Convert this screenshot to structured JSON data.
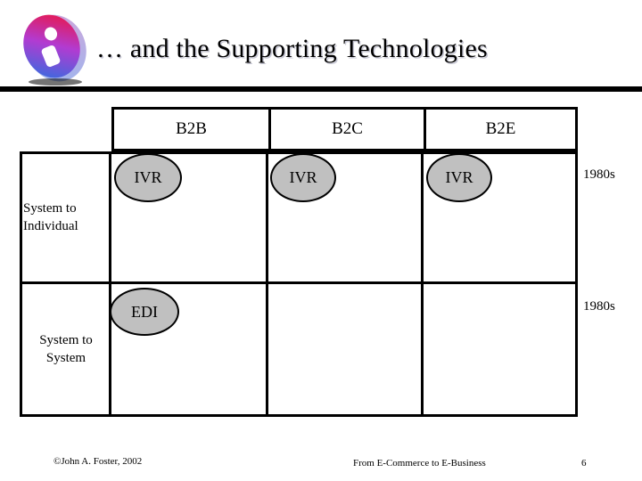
{
  "slide": {
    "title": "… and the Supporting Technologies",
    "logo_icon": "stylized-e-logo-icon"
  },
  "matrix": {
    "column_headers": [
      "B2B",
      "B2C",
      "B2E"
    ],
    "row_labels": [
      "System to Individual",
      "System to System"
    ],
    "row_label_lines": {
      "row1_line1": "System to",
      "row1_line2": "Individual",
      "row2_line1": "System to",
      "row2_line2": "System"
    },
    "era_labels": [
      "1980s",
      "1980s"
    ],
    "nodes": [
      {
        "label": "IVR",
        "row": "System to Individual",
        "column": "B2B"
      },
      {
        "label": "IVR",
        "row": "System to Individual",
        "column": "B2C"
      },
      {
        "label": "IVR",
        "row": "System to Individual",
        "column": "B2E"
      },
      {
        "label": "EDI",
        "row": "System to System",
        "column": "B2B"
      }
    ],
    "node_fill_color": "#c0c0c0",
    "border_color": "#000000"
  },
  "footer": {
    "copyright": "©John A. Foster,  2002",
    "source": "From E-Commerce to E-Business",
    "page_number": "6"
  }
}
